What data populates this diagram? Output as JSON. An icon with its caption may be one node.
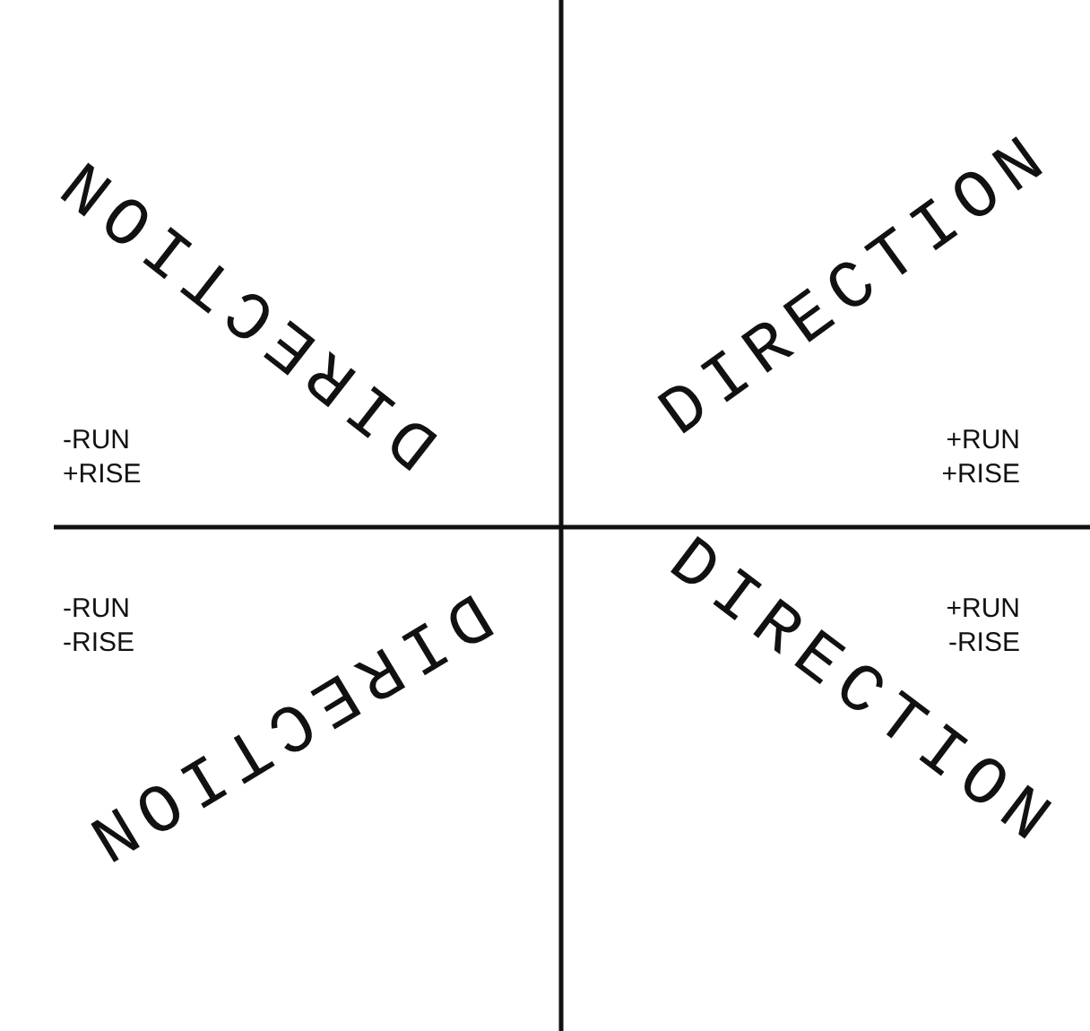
{
  "diagram": {
    "labels": [
      "DIRECTION",
      "DIRECTION",
      "-RUN +RISE",
      "+RUN +RISE",
      "-RUN -RISE",
      "+RUN -RISE",
      "DIRECTION",
      "DIRECTION"
    ]
  }
}
